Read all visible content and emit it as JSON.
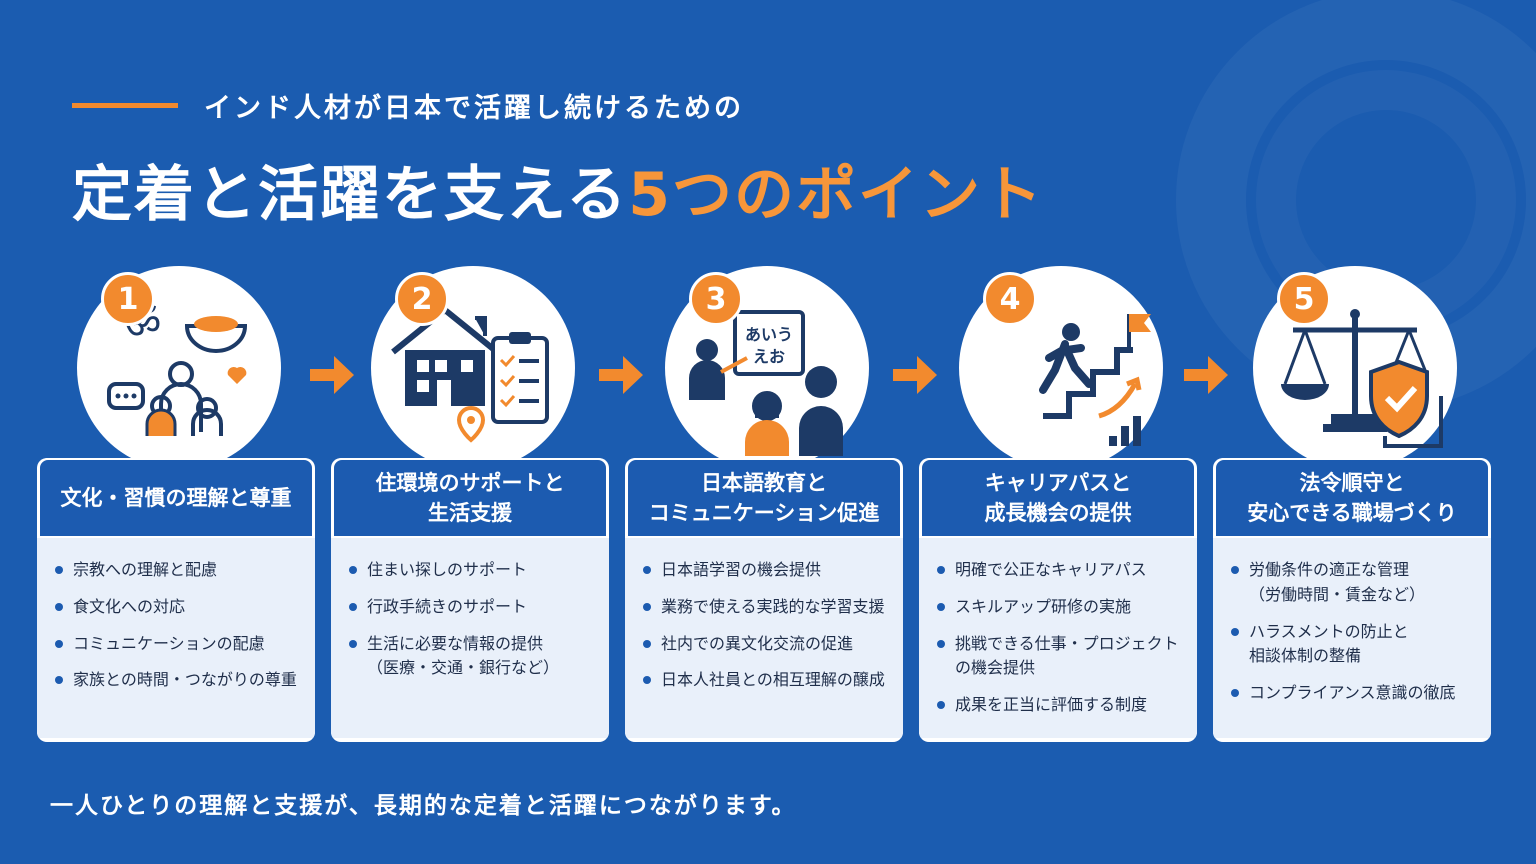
{
  "header": {
    "subtitle": "インド人材が日本で活躍し続けるための",
    "title_main": "定着と活躍を支える",
    "title_accent": "5つのポイント"
  },
  "colors": {
    "background": "#1b5cb0",
    "accent": "#f28a2e",
    "card_body": "#e9f0fa",
    "bullet": "#1c5bb0"
  },
  "points": [
    {
      "number": "1",
      "icon": "culture-family-icon",
      "title_lines": [
        "文化・習慣の理解と尊重",
        ""
      ],
      "items": [
        "宗教への理解と配慮",
        "食文化への対応",
        "コミュニケーションの配慮",
        "家族との時間・つながりの尊重"
      ]
    },
    {
      "number": "2",
      "icon": "house-checklist-icon",
      "title_lines": [
        "住環境のサポートと",
        "生活支援"
      ],
      "items": [
        "住まい探しのサポート",
        "行政手続きのサポート",
        "生活に必要な情報の提供\n（医療・交通・銀行など）"
      ]
    },
    {
      "number": "3",
      "icon": "japanese-lesson-icon",
      "board_text": [
        "あいう",
        "えお"
      ],
      "title_lines": [
        "日本語教育と",
        "コミュニケーション促進"
      ],
      "items": [
        "日本語学習の機会提供",
        "業務で使える実践的な学習支援",
        "社内での異文化交流の促進",
        "日本人社員との相互理解の醸成"
      ]
    },
    {
      "number": "4",
      "icon": "career-stairs-icon",
      "title_lines": [
        "キャリアパスと",
        "成長機会の提供"
      ],
      "items": [
        "明確で公正なキャリアパス",
        "スキルアップ研修の実施",
        "挑戦できる仕事・プロジェクト\nの機会提供",
        "成果を正当に評価する制度"
      ]
    },
    {
      "number": "5",
      "icon": "scale-shield-icon",
      "title_lines": [
        "法令順守と",
        "安心できる職場づくり"
      ],
      "items": [
        "労働条件の適正な管理\n（労働時間・賃金など）",
        "ハラスメントの防止と\n相談体制の整備",
        "コンプライアンス意識の徹底"
      ]
    }
  ],
  "footer": "一人ひとりの理解と支援が、長期的な定着と活躍につながります。"
}
